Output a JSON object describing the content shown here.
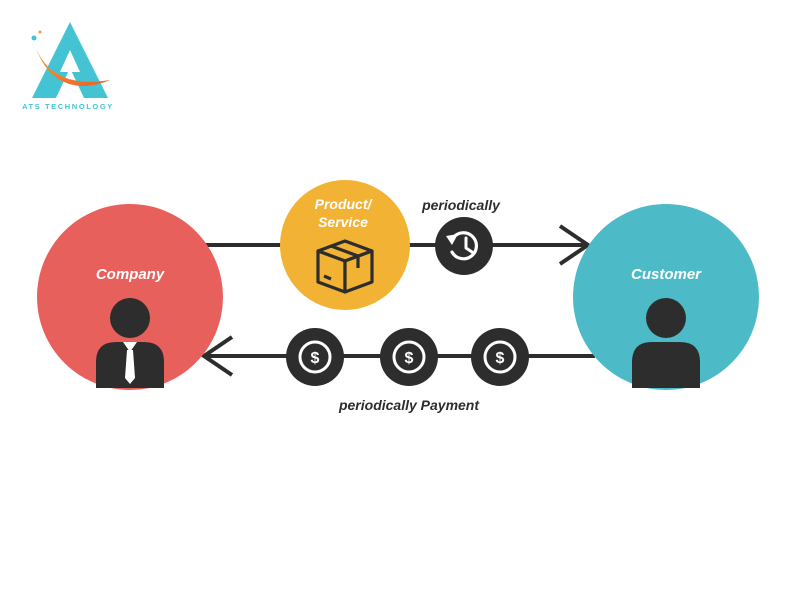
{
  "logo": {
    "text": "ATS TECHNOLOGY"
  },
  "diagram": {
    "company": {
      "label": "Company",
      "color": "#e8605c"
    },
    "customer": {
      "label": "Customer",
      "color": "#4dbbc7"
    },
    "product": {
      "label_line1": "Product/",
      "label_line2": "Service",
      "color": "#f2b233"
    },
    "top_flow": {
      "label": "periodically"
    },
    "bottom_flow": {
      "label": "periodically Payment"
    },
    "icons": {
      "product": "box-icon",
      "periodic": "refresh-clock-icon",
      "payment": "dollar-coin-icon",
      "person_company": "businessman-icon",
      "person_customer": "person-icon"
    },
    "dark_color": "#2d2d2d"
  }
}
